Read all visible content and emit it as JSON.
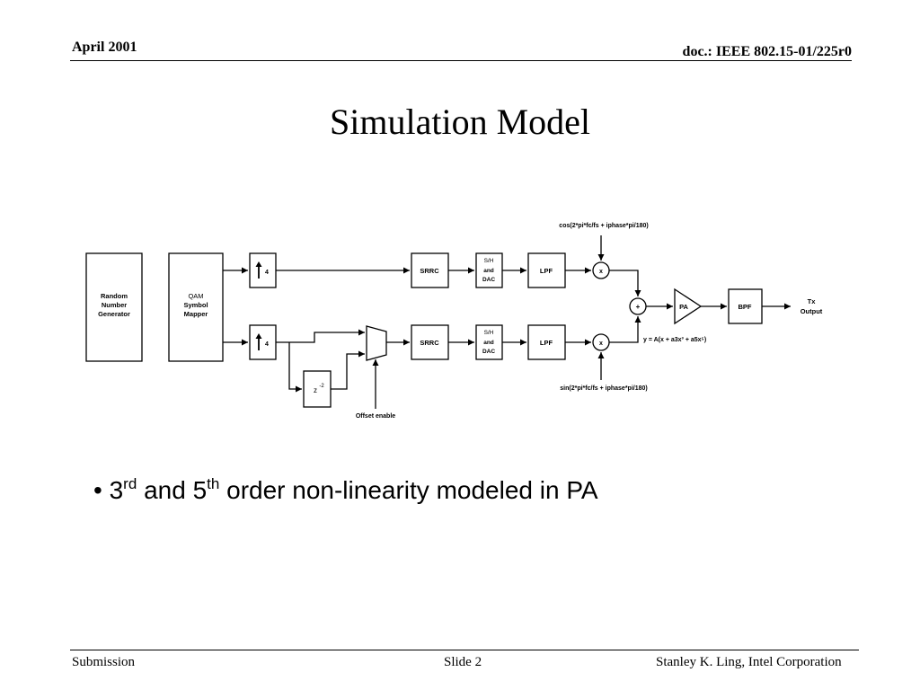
{
  "header": {
    "date": "April 2001",
    "doc_id": "doc.: IEEE 802.15-01/225r0"
  },
  "title": "Simulation Model",
  "diagram": {
    "rng": [
      "Random",
      "Number",
      "Generator"
    ],
    "qam": [
      "QAM",
      "Symbol",
      "Mapper"
    ],
    "upsample": "4",
    "delay_base": "z",
    "delay_exp": "-2",
    "srrc": "SRRC",
    "sh": [
      "S/H",
      "and",
      "DAC"
    ],
    "lpf": "LPF",
    "mult": "x",
    "sum": "+",
    "pa": "PA",
    "bpf": "BPF",
    "tx": [
      "Tx",
      "Output"
    ],
    "cos_label": "cos(2*pi*fc/fs + iphase*pi/180)",
    "sin_label": "sin(2*pi*fc/fs + iphase*pi/180)",
    "pa_eq": "y = A(x + a3x³ + a5x⁵)",
    "offset_enable": "Offset enable"
  },
  "bullet": {
    "n1": "3",
    "s1": "rd",
    "mid": " and 5",
    "s2": "th",
    "rest": " order non-linearity modeled in PA"
  },
  "footer": {
    "left": "Submission",
    "center": "Slide 2",
    "right": "Stanley K. Ling, Intel Corporation"
  }
}
